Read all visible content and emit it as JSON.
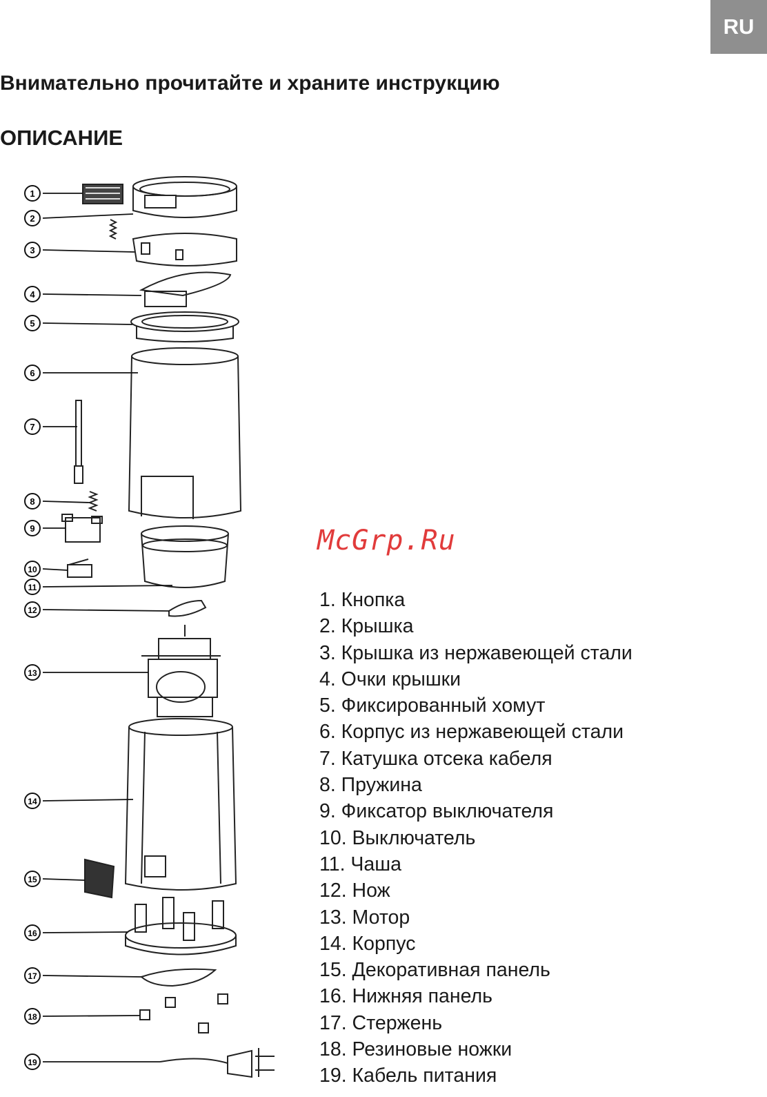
{
  "lang_tab": "RU",
  "heading": "Внимательно прочитайте и храните инструкцию",
  "section_title": "ОПИСАНИЕ",
  "watermark": "McGrp.Ru",
  "callout_numbers": [
    "1",
    "2",
    "3",
    "4",
    "5",
    "6",
    "7",
    "8",
    "9",
    "10",
    "11",
    "12",
    "13",
    "14",
    "15",
    "16",
    "17",
    "18",
    "19"
  ],
  "parts": [
    "1. Кнопка",
    "2. Крышка",
    "3. Крышка из нержавеющей стали",
    "4. Очки крышки",
    "5. Фиксированный хомут",
    "6. Корпус из нержавеющей стали",
    "7. Катушка отсека кабеля",
    "8. Пружина",
    "9. Фиксатор выключателя",
    "10. Выключатель",
    "11. Чаша",
    "12. Нож",
    "13. Мотор",
    "14. Корпус",
    "15. Декоративная панель",
    "16. Нижняя панель",
    "17. Стержень",
    "18. Резиновые ножки",
    "19. Кабель питания"
  ]
}
